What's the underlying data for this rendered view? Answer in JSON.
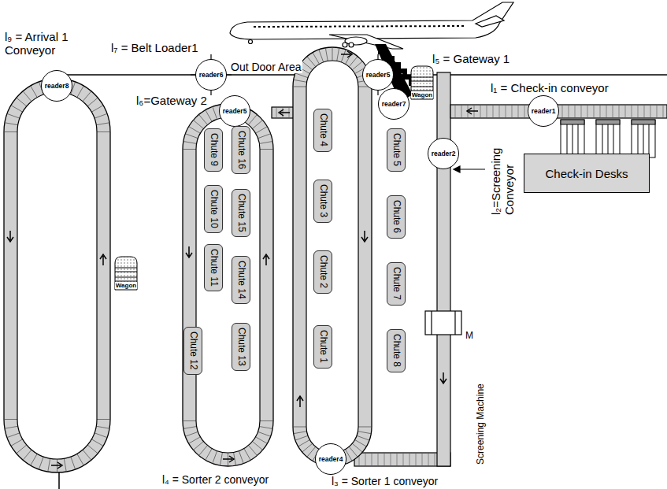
{
  "diagram": {
    "nodes": [
      {
        "text": [
          "reader7"
        ]
      },
      {
        "text": [
          "reader6"
        ]
      },
      {
        "text": [
          "reader5"
        ]
      },
      {
        "text": [
          "reader8"
        ]
      },
      {
        "text": [
          "reader5"
        ]
      },
      {
        "text": [
          "reader1"
        ]
      },
      {
        "text": [
          "reader2"
        ]
      },
      {
        "text": [
          "reader4"
        ]
      },
      {
        "text": [
          "Chute 1"
        ]
      },
      {
        "text": [
          "Chute 2"
        ]
      },
      {
        "text": [
          "Chute 3"
        ]
      },
      {
        "text": [
          "Chute 4"
        ]
      },
      {
        "text": [
          "Chute 5"
        ]
      },
      {
        "text": [
          "Chute 6"
        ]
      },
      {
        "text": [
          "Chute 7"
        ]
      },
      {
        "text": [
          "Chute 8"
        ]
      },
      {
        "text": [
          "Chute 9"
        ]
      },
      {
        "text": [
          "Chute 10"
        ]
      },
      {
        "text": [
          "Chute 11"
        ]
      },
      {
        "text": [
          "Chute 12"
        ]
      },
      {
        "text": [
          "Chute 13"
        ]
      },
      {
        "text": [
          "Chute 14"
        ]
      },
      {
        "text": [
          "Chute 15"
        ]
      },
      {
        "text": [
          "Chute 16"
        ]
      },
      {
        "text": [
          "Check-in Desks"
        ]
      },
      {
        "text": [
          "Wagon"
        ]
      },
      {
        "text": [
          "Wagon"
        ]
      }
    ],
    "labels": [
      "l₇ = Belt Loader1",
      "l₉ = Arrival 1 Conveyor",
      "Out Door Area",
      "l₅ = Gateway 1",
      "l₆=Gateway 2",
      "l₁ = Check-in conveyor",
      "l₂=Screening Conveyor",
      "M",
      "Screening Machine",
      "l₃ = Sorter 1 conveyor",
      "l₄ = Sorter 2 conveyor"
    ]
  }
}
